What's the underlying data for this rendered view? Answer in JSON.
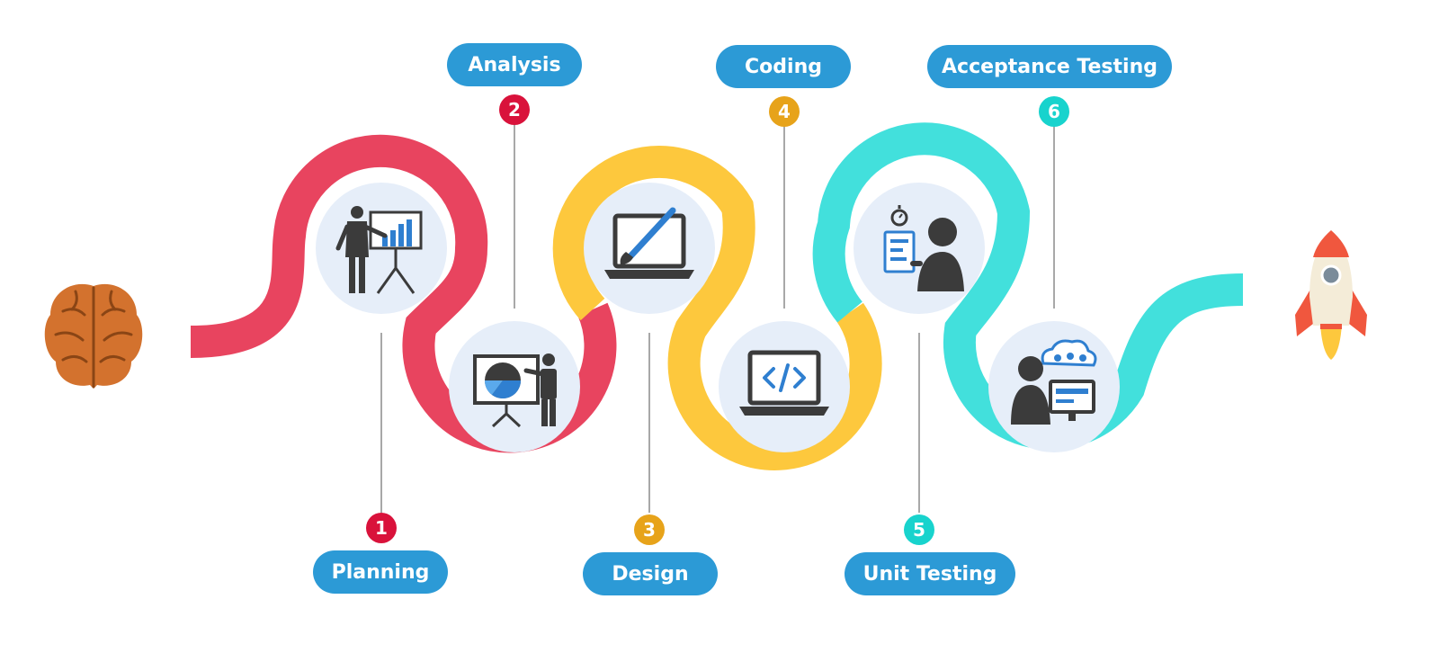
{
  "colors": {
    "red": "#e8445f",
    "yellow": "#fdc83d",
    "teal": "#42e0dc",
    "pill": "#2c9ad6",
    "badge_red": "#d9123b",
    "badge_yellow": "#e7a31a",
    "badge_teal": "#18d3cd",
    "icon_dark": "#3b3b3b",
    "icon_blue": "#2f7fd0",
    "circle_fill": "#e6eef9"
  },
  "start_icon": "brain-icon",
  "end_icon": "rocket-icon",
  "steps": [
    {
      "number": "1",
      "label": "Planning",
      "icon": "presenter-bar-chart-icon",
      "color": "red"
    },
    {
      "number": "2",
      "label": "Analysis",
      "icon": "presenter-pie-chart-icon",
      "color": "red"
    },
    {
      "number": "3",
      "label": "Design",
      "icon": "laptop-brush-icon",
      "color": "yellow"
    },
    {
      "number": "4",
      "label": "Coding",
      "icon": "laptop-code-icon",
      "color": "yellow"
    },
    {
      "number": "5",
      "label": "Unit Testing",
      "icon": "tester-checklist-icon",
      "color": "teal"
    },
    {
      "number": "6",
      "label": "Acceptance Testing",
      "icon": "user-feedback-icon",
      "color": "teal"
    }
  ]
}
